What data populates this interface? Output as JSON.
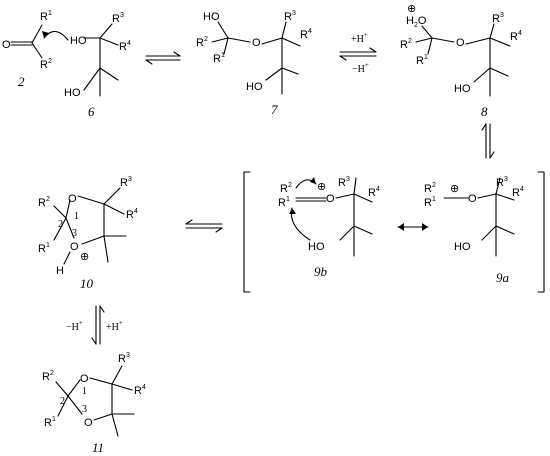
{
  "labels": {
    "c2": "2",
    "c6": "6",
    "c7": "7",
    "c8": "8",
    "c9a": "9a",
    "c9b": "9b",
    "c10": "10",
    "c11": "11"
  },
  "atoms": {
    "O": "O",
    "OH": "OH",
    "HO": "HO",
    "H2O": "H",
    "H": "H",
    "R": "R",
    "n1": "1",
    "n2": "2",
    "n3": "3",
    "n4": "4"
  },
  "ring_numbers": {
    "pos1": "1",
    "pos2": "2",
    "pos3": "3"
  },
  "conditions": {
    "step78_top": "+H",
    "step78_bottom": "−H",
    "step1011_left": "−H",
    "step1011_right": "+H",
    "plus": "+"
  },
  "symbols": {
    "cation": "⊕"
  }
}
